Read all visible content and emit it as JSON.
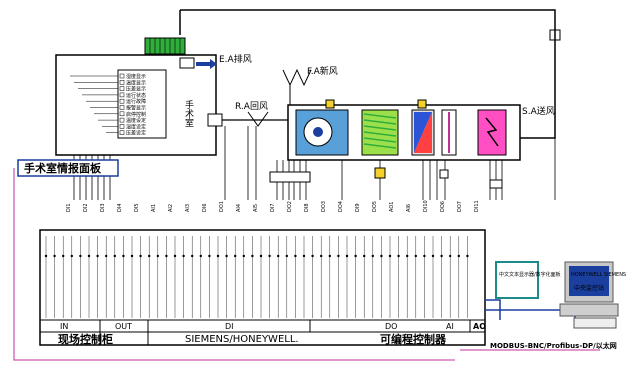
{
  "room": {
    "title": "手术室",
    "exhaust": "E.A排风",
    "fresh": "F.A新风",
    "return": "R.A回风",
    "supply": "S.A送风",
    "panel_label": "手术室情报面板",
    "list_items": [
      "湿度显示",
      "温度显示",
      "压差显示",
      "运行状态",
      "运行故障",
      "报警显示",
      "启停控制",
      "温度设定",
      "湿度设定",
      "压差设定"
    ]
  },
  "colors": {
    "line": "#000000",
    "blue": "#1a3f9e",
    "green_filter": "#2fae3b",
    "lime": "#9be04a",
    "fan_yellow": "#f4d12a",
    "pink": "#ff4fc3",
    "magenta_wire": "#c0309a",
    "teal_frame": "#1a8a8a"
  },
  "io_groups": {
    "in": "IN",
    "out": "OUT",
    "di": "DI",
    "do": "DO",
    "ai": "AI",
    "ao": "AO"
  },
  "cabinet": {
    "title": "现场控制柜",
    "vendor": "SIEMENS/HONEYWELL.",
    "controller": "可编程控制器"
  },
  "bus": {
    "label": "MODBUS-BNC/Profibus-DP/以太网"
  },
  "remote": {
    "screen_label": "中文文本显示器/数字化面板",
    "pc_label": "HONEYWELL SIEMENS",
    "monitor_label": "中央监控站"
  },
  "sensor_codes": [
    "DI1",
    "DI2",
    "DI3",
    "DI4",
    "DI5",
    "AI1",
    "AI2",
    "AI3",
    "DI6",
    "DO1",
    "AI4",
    "AI5",
    "DI7",
    "DO2",
    "DI8",
    "DO3",
    "DO4",
    "DI9",
    "DO5",
    "AO1",
    "AI6",
    "DI10",
    "DO6",
    "DO7",
    "DI11"
  ]
}
